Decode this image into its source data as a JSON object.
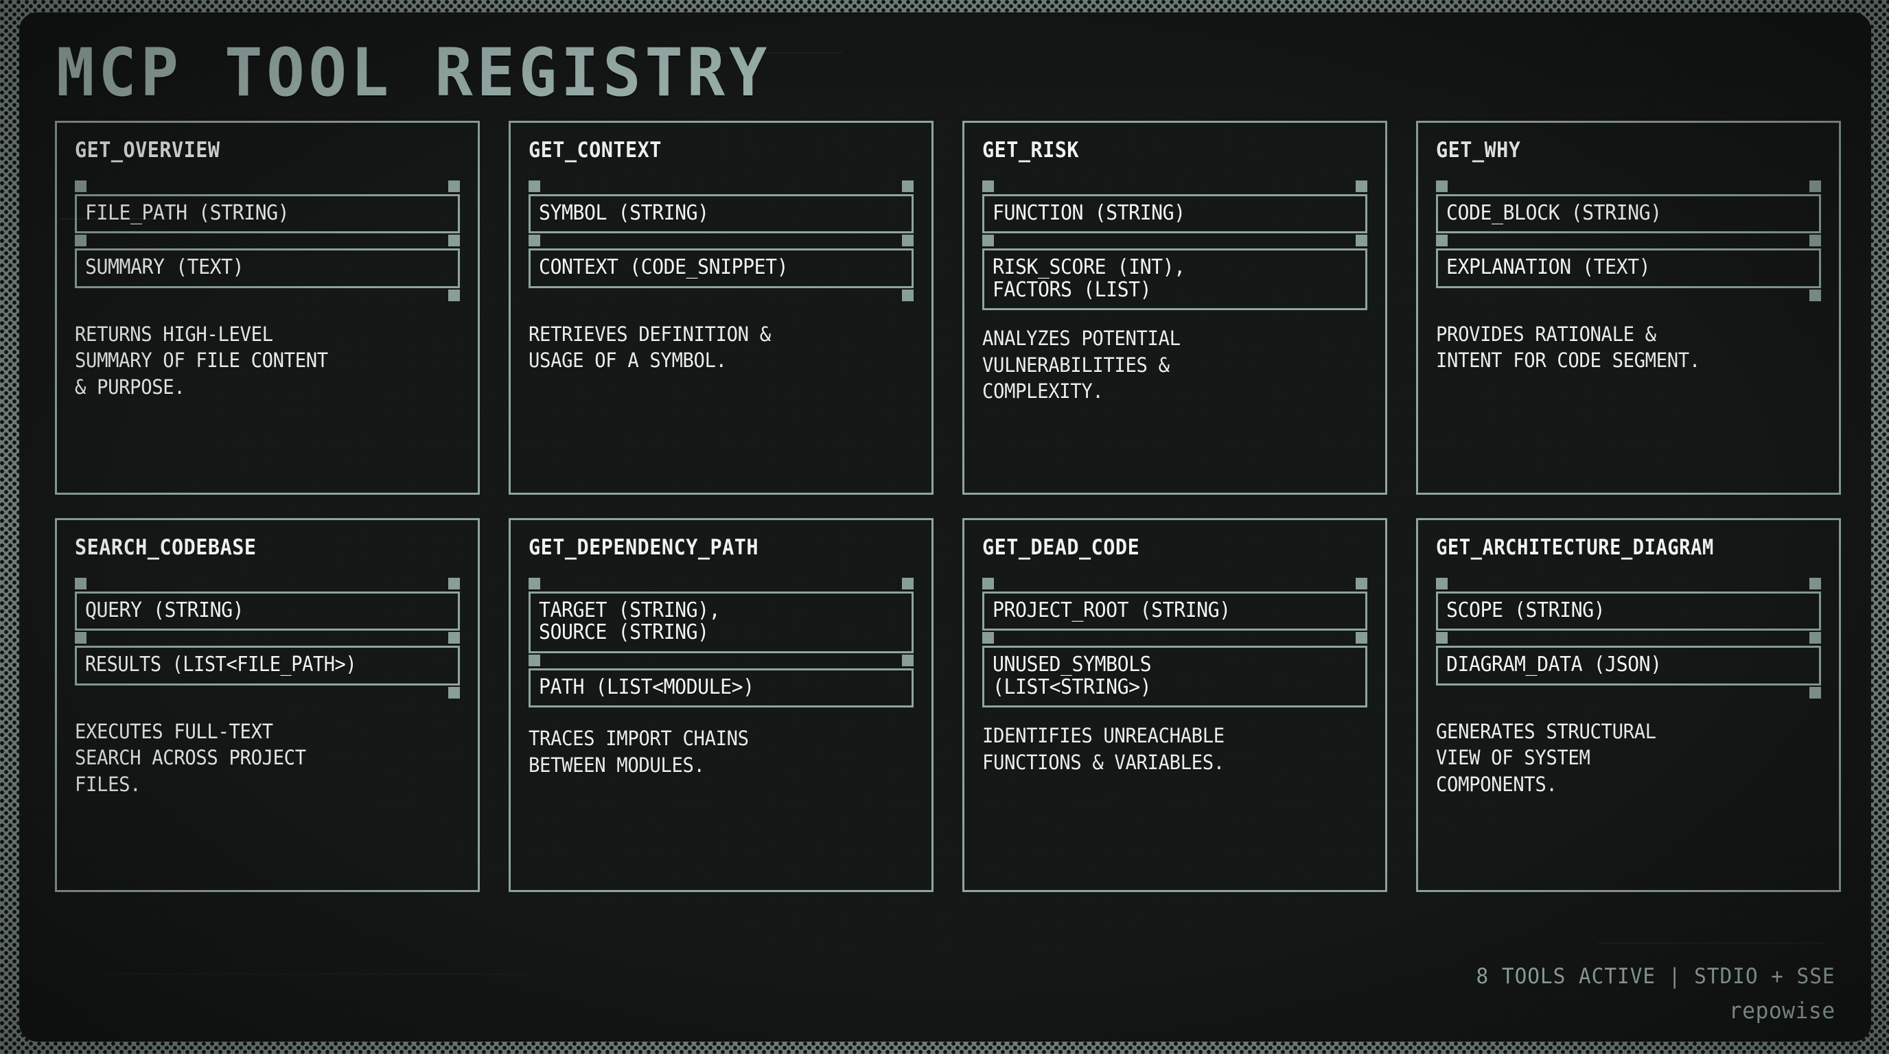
{
  "page": {
    "title": "MCP TOOL REGISTRY",
    "accent_color": "#9fb5b0",
    "border_color": "#8fa5a0",
    "panel_color": "#141716",
    "text_color": "#f2f5f4"
  },
  "tools": [
    {
      "name": "GET_OVERVIEW",
      "input": "FILE_PATH (STRING)",
      "output": "SUMMARY (TEXT)",
      "description": "RETURNS HIGH-LEVEL\nSUMMARY OF FILE CONTENT\n& PURPOSE."
    },
    {
      "name": "GET_CONTEXT",
      "input": "SYMBOL (STRING)",
      "output": "CONTEXT (CODE_SNIPPET)",
      "description": "RETRIEVES DEFINITION &\nUSAGE OF A SYMBOL."
    },
    {
      "name": "GET_RISK",
      "input": "FUNCTION (STRING)",
      "output": "RISK_SCORE (INT),\nFACTORS (LIST)",
      "description": "ANALYZES POTENTIAL\nVULNERABILITIES &\nCOMPLEXITY."
    },
    {
      "name": "GET_WHY",
      "input": "CODE_BLOCK (STRING)",
      "output": "EXPLANATION (TEXT)",
      "description": "PROVIDES RATIONALE &\nINTENT FOR CODE SEGMENT."
    },
    {
      "name": "SEARCH_CODEBASE",
      "input": "QUERY (STRING)",
      "output": "RESULTS (LIST<FILE_PATH>)",
      "description": "EXECUTES FULL-TEXT\nSEARCH ACROSS PROJECT\nFILES."
    },
    {
      "name": "GET_DEPENDENCY_PATH",
      "input": "TARGET (STRING),\nSOURCE (STRING)",
      "output": "PATH (LIST<MODULE>)",
      "description": "TRACES IMPORT CHAINS\nBETWEEN MODULES."
    },
    {
      "name": "GET_DEAD_CODE",
      "input": "PROJECT_ROOT (STRING)",
      "output": "UNUSED_SYMBOLS\n(LIST<STRING>)",
      "description": "IDENTIFIES UNREACHABLE\nFUNCTIONS & VARIABLES."
    },
    {
      "name": "GET_ARCHITECTURE_DIAGRAM",
      "input": "SCOPE (STRING)",
      "output": "DIAGRAM_DATA (JSON)",
      "description": "GENERATES STRUCTURAL\nVIEW OF SYSTEM\nCOMPONENTS."
    }
  ],
  "footer": {
    "status": "8 TOOLS ACTIVE | STDIO + SSE",
    "brand": "repowise"
  }
}
